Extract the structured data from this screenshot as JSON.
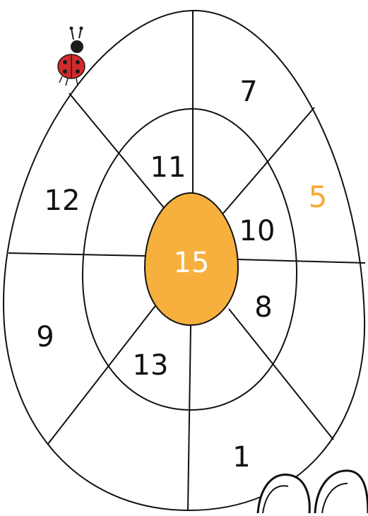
{
  "puzzle": {
    "center_value": "15",
    "inner_ring": [
      "11",
      "10",
      "8",
      "",
      "13",
      ""
    ],
    "outer_ring": [
      "",
      "7",
      "5",
      "",
      "1",
      "",
      "9",
      "12"
    ]
  },
  "colors": {
    "line": "#111111",
    "text": "#111111",
    "center_fill": "#f7b03d",
    "center_text": "#ffffff",
    "highlight_text": "#f7a934",
    "ladybug_red": "#d42a2a",
    "ladybug_dark": "#1b1b1b"
  },
  "decorations": {
    "ladybug_icon": "ladybug",
    "bunny_ears_icon": "bunny-ears"
  }
}
